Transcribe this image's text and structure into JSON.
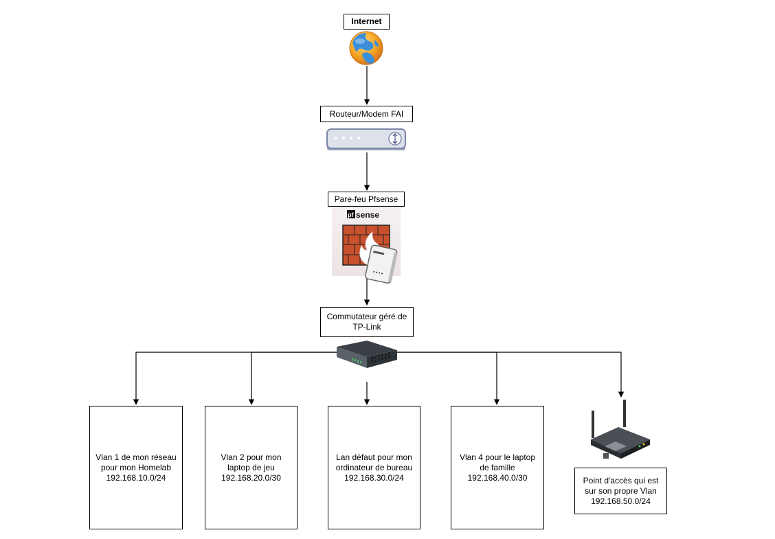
{
  "nodes": {
    "internet": {
      "label": "Internet"
    },
    "router": {
      "label": "Routeur/Modem FAI"
    },
    "firewall": {
      "label": "Pare-feu Pfsense",
      "logo_text": "sense",
      "logo_prefix": "pf"
    },
    "switch": {
      "label": "Commutateur géré de\nTP-Link"
    },
    "vlan1": {
      "label": "Vlan 1 de mon réseau\npour mon Homelab\n192.168.10.0/24"
    },
    "vlan2": {
      "label": "Vlan 2 pour mon\nlaptop de jeu\n192.168.20.0/30"
    },
    "lan": {
      "label": "Lan défaut pour mon\nordinateur de bureau\n192.168.30.0/24"
    },
    "vlan4": {
      "label": "Vlan 4 pour le laptop\nde famille\n192.168.40.0/30"
    },
    "ap": {
      "label": "Point d'accès qui est\nsur son propre Vlan\n192.168.50.0/24"
    }
  },
  "icons": [
    "globe-icon",
    "router-icon",
    "firewall-icon",
    "switch-icon",
    "wireless-access-point-icon"
  ],
  "colors": {
    "line": "#000000",
    "brick": "#c8502c",
    "router_body": "#dde1ea",
    "router_border": "#7b86a6",
    "globe_ocean": "#f5a623",
    "globe_land": "#3b8fd9"
  }
}
